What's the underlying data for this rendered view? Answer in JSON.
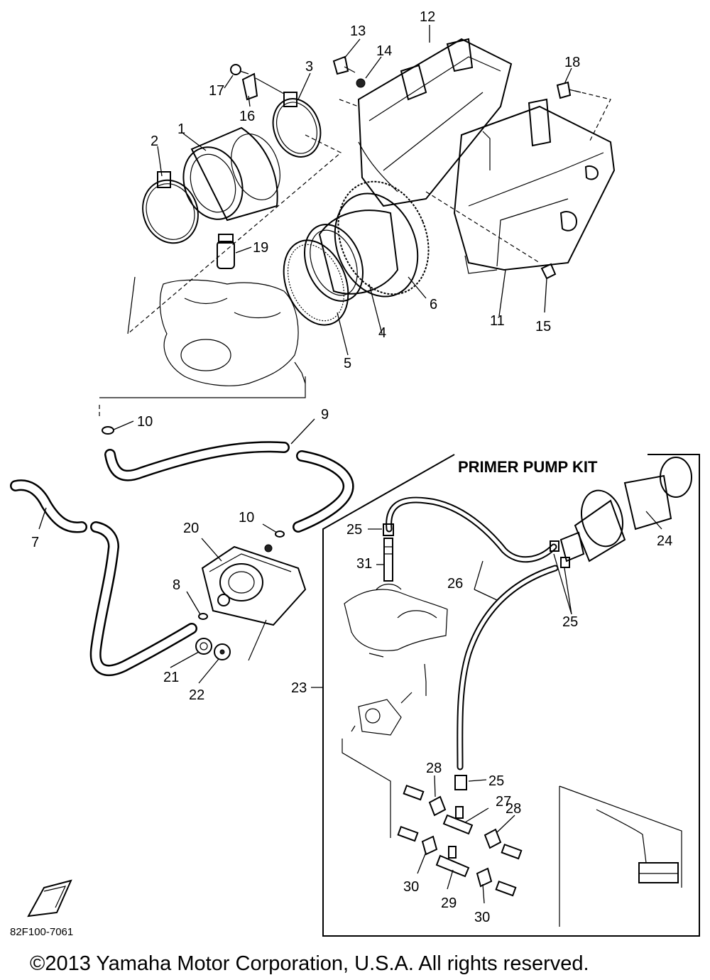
{
  "diagram": {
    "kit_title": "PRIMER PUMP KIT",
    "diagram_code": "82F100-7061",
    "copyright": "©2013 Yamaha Motor Corporation, U.S.A. All rights reserved.",
    "callouts": {
      "c1": "1",
      "c2": "2",
      "c3": "3",
      "c4": "4",
      "c5": "5",
      "c6": "6",
      "c7": "7",
      "c8": "8",
      "c9": "9",
      "c10a": "10",
      "c10b": "10",
      "c11": "11",
      "c12": "12",
      "c13": "13",
      "c14": "14",
      "c15": "15",
      "c16": "16",
      "c17": "17",
      "c18": "18",
      "c19": "19",
      "c20": "20",
      "c21": "21",
      "c22": "22",
      "c23": "23",
      "c24": "24",
      "c25a": "25",
      "c25b": "25",
      "c25c": "25",
      "c26": "26",
      "c27": "27",
      "c28a": "28",
      "c28b": "28",
      "c29": "29",
      "c30a": "30",
      "c30b": "30",
      "c31": "31"
    }
  }
}
